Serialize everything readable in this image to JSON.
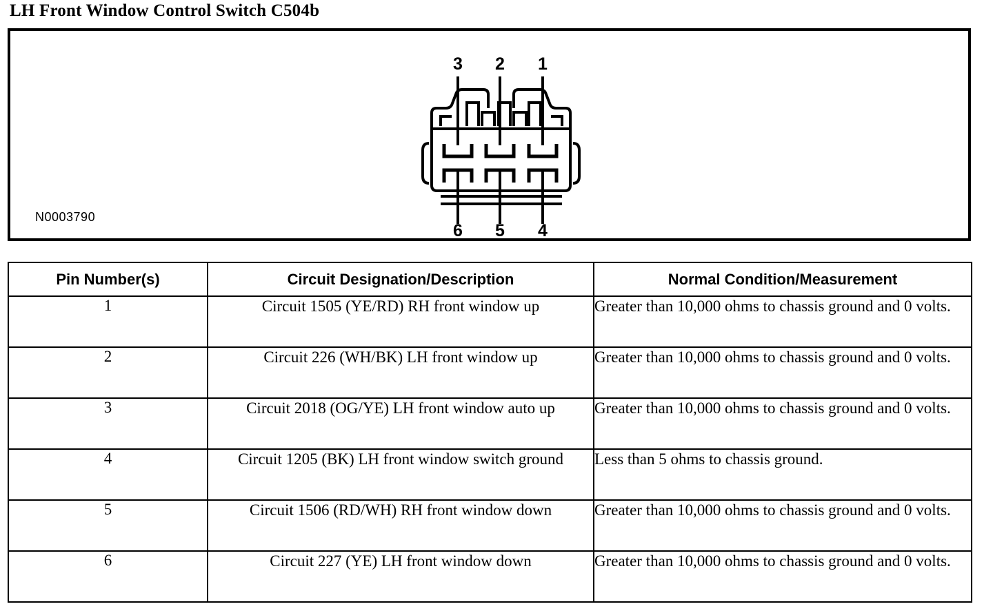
{
  "document": {
    "title": "LH Front Window Control Switch C504b"
  },
  "illustration": {
    "reference_id": "N0003790",
    "connector": {
      "name": "6-way-connector-face-view",
      "top_row_pin_labels": [
        "3",
        "2",
        "1"
      ],
      "bottom_row_pin_labels": [
        "6",
        "5",
        "4"
      ],
      "cavity_count": 6
    }
  },
  "table": {
    "headers": [
      "Pin Number(s)",
      "Circuit Designation/Description",
      "Normal Condition/Measurement"
    ],
    "rows": [
      {
        "pin": "1",
        "description": "Circuit 1505 (YE/RD) RH front window up",
        "measurement": "Greater than 10,000 ohms to chassis ground and 0 volts."
      },
      {
        "pin": "2",
        "description": "Circuit 226 (WH/BK) LH front window up",
        "measurement": "Greater than 10,000 ohms to chassis ground and 0 volts."
      },
      {
        "pin": "3",
        "description": "Circuit 2018 (OG/YE) LH front window auto up",
        "measurement": "Greater than 10,000 ohms to chassis ground and 0 volts."
      },
      {
        "pin": "4",
        "description": "Circuit 1205 (BK) LH front window switch ground",
        "measurement": "Less than 5 ohms to chassis ground."
      },
      {
        "pin": "5",
        "description": "Circuit 1506 (RD/WH) RH front window down",
        "measurement": "Greater than 10,000 ohms to chassis ground and 0 volts."
      },
      {
        "pin": "6",
        "description": "Circuit 227 (YE) LH front window down",
        "measurement": "Greater than 10,000 ohms to chassis ground and 0 volts."
      }
    ]
  },
  "colors": {
    "ink": "#000000",
    "paper": "#ffffff"
  }
}
